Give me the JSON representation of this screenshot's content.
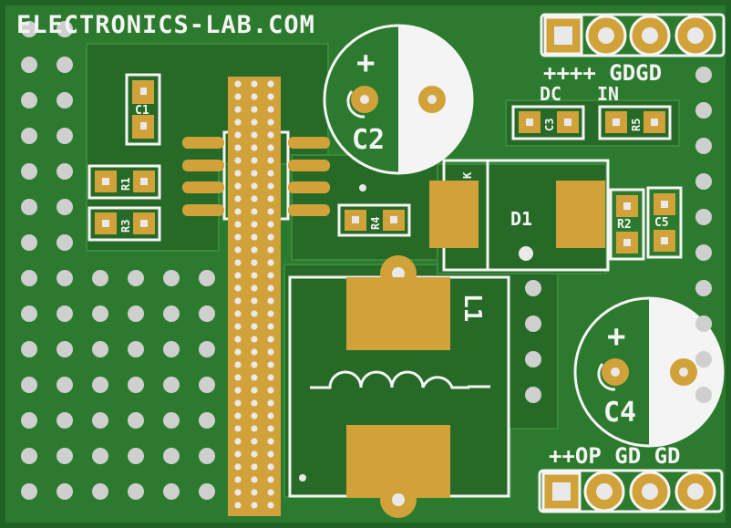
{
  "board": {
    "brand": "ELECTRONICS-LAB.COM",
    "colors": {
      "board": "#2c7a2e",
      "copper": "#276a27",
      "silk": "#f4f4f4",
      "pad": "#d2a23a",
      "hole": "#cfcfcf"
    }
  },
  "components": {
    "c1": "C1",
    "c2": "C2",
    "c3": "C3",
    "c4": "C4",
    "c5": "C5",
    "r1": "R1",
    "r2": "R2",
    "r3": "R3",
    "r4": "R4",
    "r5": "R5",
    "d1": "D1",
    "l1": "L1",
    "k": "K",
    "plus": "+"
  },
  "headers": {
    "top_pins": "++++ GDGD",
    "dc": "DC",
    "in": "IN",
    "bottom_pins": "++OP GD GD"
  }
}
